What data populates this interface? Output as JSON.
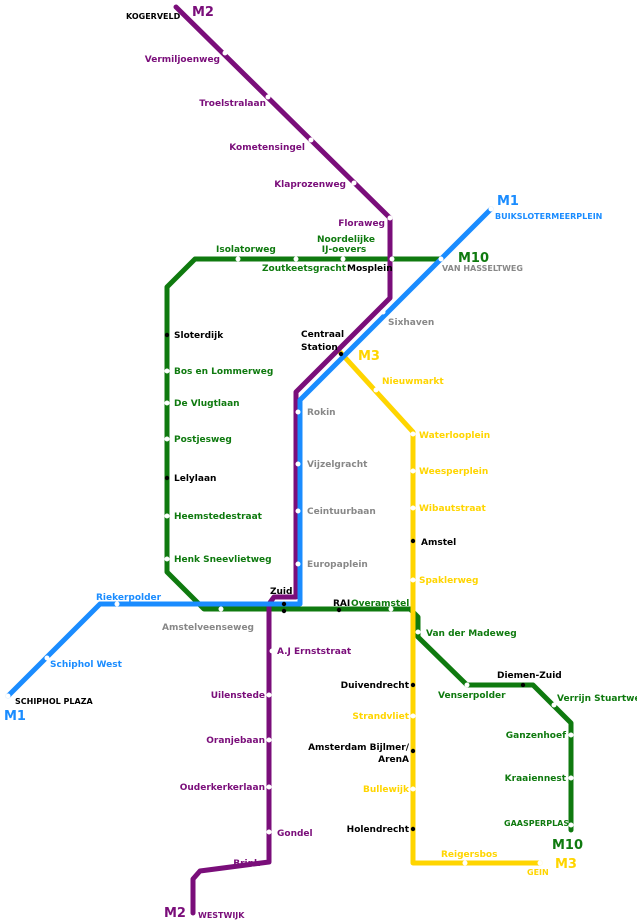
{
  "colors": {
    "m1": "#1a8cff",
    "m2": "#7a0e7a",
    "m3": "#ffd500",
    "m10": "#0f7a0f",
    "interchange": "#000000",
    "neutral": "#888888"
  },
  "lines": {
    "m1": {
      "name": "M1",
      "terminus_north": "BUIKSLOTERMEERPLEIN",
      "terminus_south": "SCHIPHOL PLAZA"
    },
    "m2": {
      "name": "M2",
      "terminus_north": "KOGERVELD",
      "terminus_south": "WESTWIJK"
    },
    "m3": {
      "name": "M3",
      "terminus": "GEIN"
    },
    "m10": {
      "name": "M10",
      "terminus_north": "VAN HASSELTWEG",
      "terminus_south": "GAASPERPLAS"
    }
  },
  "stations": {
    "vermiljoenweg": "Vermiljoenweg",
    "troelstralaan": "Troelstralaan",
    "kometensingel": "Kometensingel",
    "klaprozenweg": "Klaprozenweg",
    "floraweg": "Floraweg",
    "isolatorweg": "Isolatorweg",
    "noordelijke_1": "Noordelijke",
    "noordelijke_2": "IJ-oevers",
    "zoutkeetsgracht": "Zoutkeetsgracht",
    "mosplein": "Mosplein",
    "sixhaven": "Sixhaven",
    "centraal_1": "Centraal",
    "centraal_2": "Station",
    "nieuwmarkt": "Nieuwmarkt",
    "sloterdijk": "Sloterdijk",
    "bos_en_lommerweg": "Bos en Lommerweg",
    "de_vlugtlaan": "De Vlugtlaan",
    "postjesweg": "Postjesweg",
    "lelylaan": "Lelylaan",
    "heemstedestraat": "Heemstedestraat",
    "henk_sneevlietweg": "Henk Sneevlietweg",
    "rokin": "Rokin",
    "vijzelgracht": "Vijzelgracht",
    "ceintuurbaan": "Ceintuurbaan",
    "europaplein": "Europaplein",
    "waterlooplein": "Waterlooplein",
    "weesperplein": "Weesperplein",
    "wibautstraat": "Wibautstraat",
    "amstel": "Amstel",
    "spaklerweg": "Spaklerweg",
    "riekerpolder": "Riekerpolder",
    "zuid": "Zuid",
    "rai": "RAI",
    "overamstel": "Overamstel",
    "amstelveenseweg": "Amstelveenseweg",
    "van_der_madeweg": "Van der Madeweg",
    "schiphol_west": "Schiphol West",
    "a_j_ernststraat": "A.J Ernststraat",
    "duivendrecht": "Duivendrecht",
    "venserpolder": "Venserpolder",
    "diemen_zuid": "Diemen-Zuid",
    "verrijn_stuartweg": "Verrijn Stuartweg",
    "uilenstede": "Uilenstede",
    "strandvliet": "Strandvliet",
    "oranjebaan": "Oranjebaan",
    "ganzenhoef": "Ganzenhoef",
    "bijlmer_1": "Amsterdam Bijlmer/",
    "bijlmer_2": "ArenA",
    "kraaiennest": "Kraaiennest",
    "ouderkerkerlaan": "Ouderkerkerlaan",
    "bullewijk": "Bullewijk",
    "gondel": "Gondel",
    "holendrecht": "Holendrecht",
    "reigersbos": "Reigersbos",
    "brink": "Brink"
  }
}
